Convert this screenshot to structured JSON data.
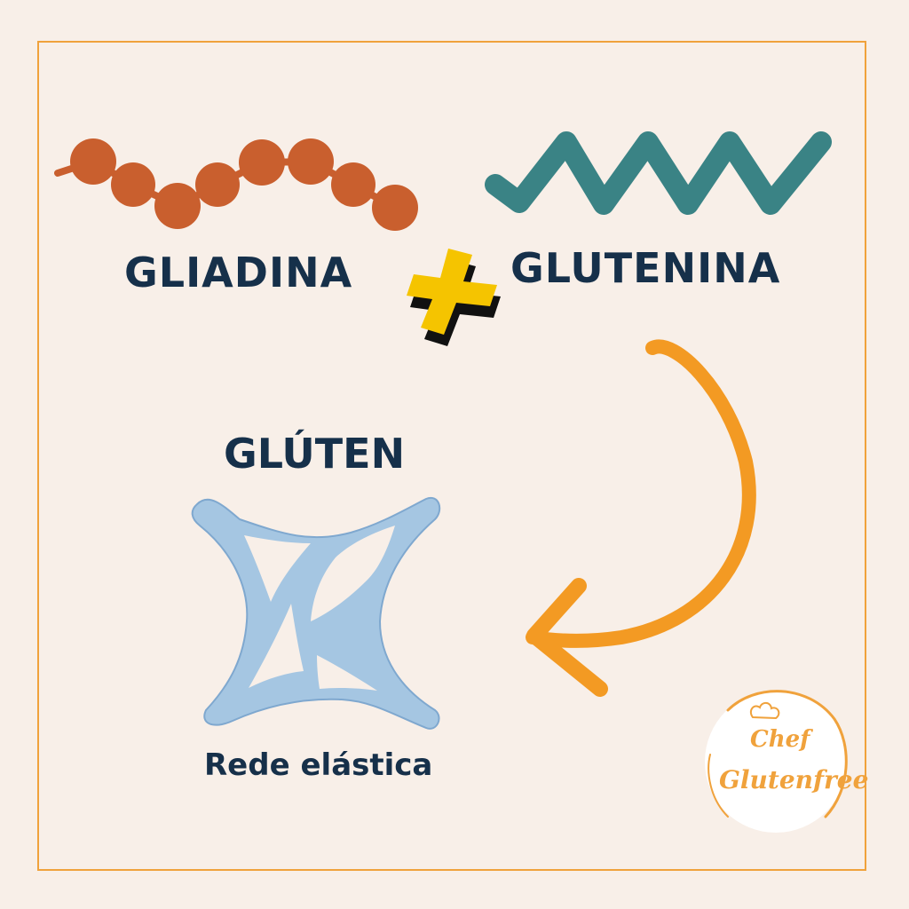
{
  "labels": {
    "left_protein": "GLIADINA",
    "right_protein": "GLUTENINA",
    "result": "GLÚTEN",
    "result_caption": "Rede elástica"
  },
  "logo": {
    "line1": "Chef",
    "line2": "Glutenfree"
  },
  "colors": {
    "background": "#f8efe8",
    "frame": "#f0a23c",
    "text": "#16304a",
    "gliadina_beads": "#c95f2e",
    "glutenina_wave": "#3a8385",
    "plus_sign": "#f5c400",
    "arrow": "#f39a23",
    "network": "#a5c6e2",
    "network_outline": "#7fa8cf"
  },
  "icons": {
    "plus": "plus-icon",
    "arrow": "curved-arrow-icon",
    "network": "elastic-network-icon",
    "logo": "chef-hat-icon"
  }
}
